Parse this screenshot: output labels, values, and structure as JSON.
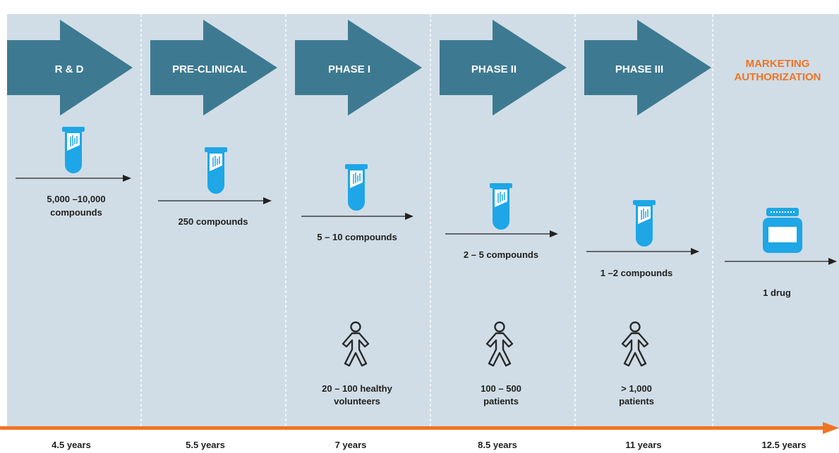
{
  "colors": {
    "panel_bg": "#d0dde6",
    "arrow": "#3d7a91",
    "accent": "#f07424",
    "tube": "#1ea6e6",
    "divider": "#ffffff",
    "text": "#1f1f1f",
    "label_text": "#ffffff"
  },
  "stages": [
    {
      "title": "R & D",
      "amount_lines": [
        "5,000 –10,000",
        "compounds"
      ],
      "subject_lines": [],
      "icon": "test-tube-icon",
      "duration": "4.5 years"
    },
    {
      "title": "PRE-CLINICAL",
      "amount_lines": [
        "250 compounds"
      ],
      "subject_lines": [],
      "icon": "test-tube-icon",
      "duration": "5.5 years"
    },
    {
      "title": "PHASE I",
      "amount_lines": [
        "5 – 10 compounds"
      ],
      "subject_lines": [
        "20 – 100 healthy",
        "volunteers"
      ],
      "icon": "test-tube-icon",
      "duration": "7 years"
    },
    {
      "title": "PHASE II",
      "amount_lines": [
        "2 – 5 compounds"
      ],
      "subject_lines": [
        "100 – 500",
        "patients"
      ],
      "icon": "test-tube-icon",
      "duration": "8.5 years"
    },
    {
      "title": "PHASE III",
      "amount_lines": [
        "1 –2 compounds"
      ],
      "subject_lines": [
        "> 1,000",
        "patients"
      ],
      "icon": "test-tube-icon",
      "duration": "11 years"
    },
    {
      "title_lines": [
        "MARKETING",
        "AUTHORIZATION"
      ],
      "amount_lines": [
        "1 drug"
      ],
      "subject_lines": [],
      "icon": "medicine-bottle-icon",
      "duration": "12.5 years"
    }
  ],
  "person_icon": "person-icon"
}
